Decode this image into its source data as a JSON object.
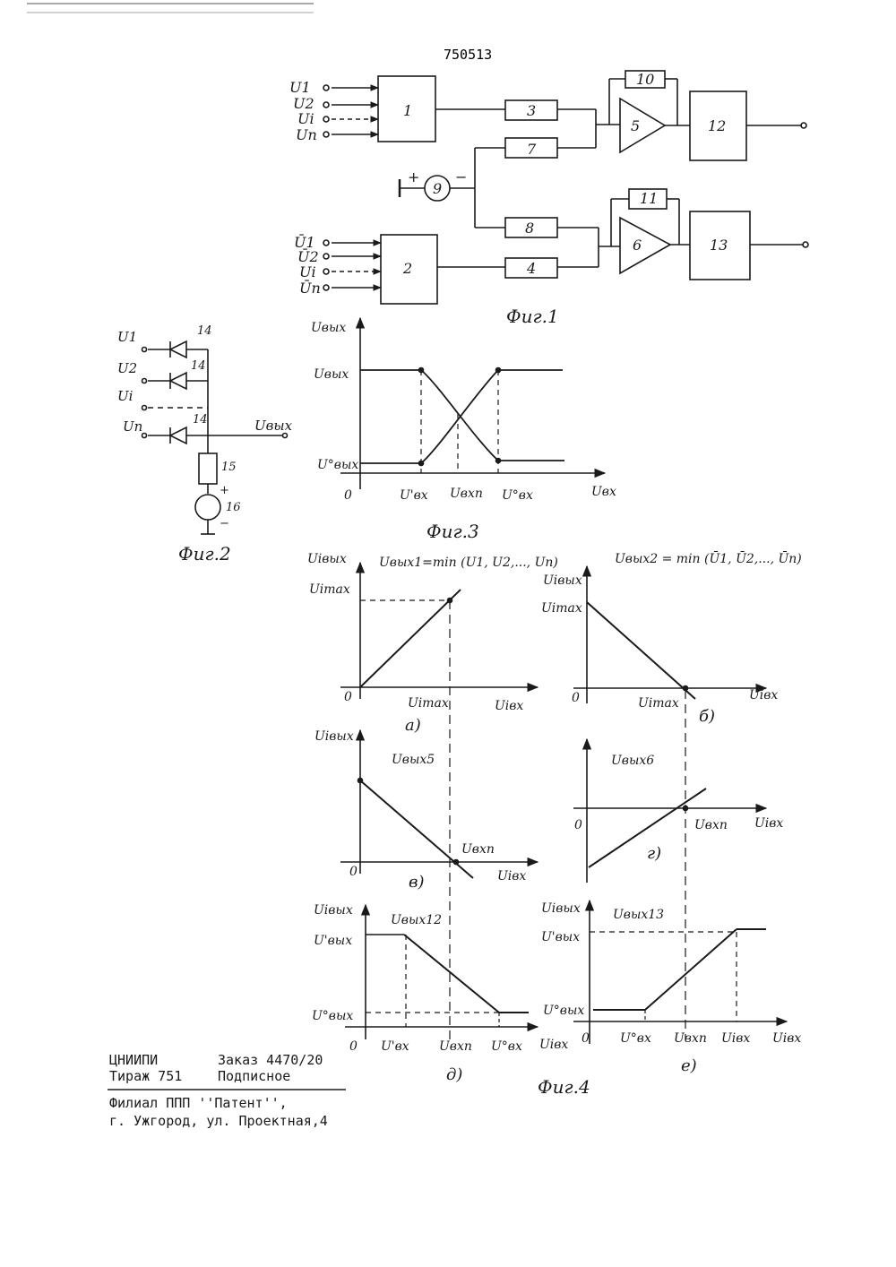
{
  "page_number": "750513",
  "fig1": {
    "caption": "Фиг.1",
    "block_labels": [
      "1",
      "2",
      "3",
      "4",
      "5",
      "6",
      "7",
      "8",
      "9",
      "10",
      "11",
      "12",
      "13"
    ],
    "inputs_top": [
      "U1",
      "U2",
      "Ui",
      "Un"
    ],
    "inputs_bottom": [
      "Ū1",
      "Ū2",
      "Ui",
      "Ūn"
    ],
    "source_plus": "+",
    "source_minus": "−"
  },
  "fig2": {
    "caption": "Фиг.2",
    "inputs": [
      "U1",
      "U2",
      "Ui",
      "Un"
    ],
    "diode_labels": [
      "14",
      "14",
      "14"
    ],
    "resistor_label": "15",
    "source_label": "16",
    "output_label": "Uвых",
    "plus": "+",
    "minus": "−"
  },
  "fig3": {
    "caption": "Фиг.3",
    "ylabel": "Uвых",
    "xlabel": "Uвх",
    "y_ticks": [
      "Uвых",
      "U°вых"
    ],
    "x_ticks": [
      "0",
      "U'вх",
      "Uвхn",
      "U°вх"
    ]
  },
  "fig4": {
    "caption": "Фиг.4",
    "panels": [
      {
        "id": "a",
        "label": "а)",
        "ylabel": "Uiвых",
        "xlabel": "Uiвх",
        "title": "Uвых1=min (U1, U2,..., Un)",
        "y_tick": "Uimax",
        "x_tick": "Uimax",
        "origin": "0"
      },
      {
        "id": "b",
        "label": "б)",
        "ylabel": "Uiвых",
        "xlabel": "Uiвх",
        "title": "Uвых2 = min (Ū1, Ū2,..., Ūn)",
        "y_tick": "Uimax",
        "x_tick": "Uimax",
        "origin": "0"
      },
      {
        "id": "v",
        "label": "в)",
        "ylabel": "Uiвых",
        "xlabel": "Uiвх",
        "title": "Uвых5",
        "x_tick": "Uвхn",
        "origin": "0"
      },
      {
        "id": "g",
        "label": "г)",
        "xlabel": "Uiвх",
        "title": "Uвых6",
        "x_tick": "Uвхn",
        "origin": "0"
      },
      {
        "id": "d",
        "label": "д)",
        "ylabel": "Uiвых",
        "xlabel": "Uiвх",
        "title": "Uвых12",
        "y_ticks": [
          "U'вых",
          "U°вых"
        ],
        "x_ticks": [
          "0",
          "U'вх",
          "Uвхn",
          "U°вх"
        ]
      },
      {
        "id": "e",
        "label": "е)",
        "ylabel": "Uiвых",
        "xlabel": "Uiвх",
        "title": "Uвых13",
        "y_ticks": [
          "U'вых",
          "U°вых"
        ],
        "x_ticks": [
          "0",
          "U°вх",
          "Uвхn",
          "Uiвх"
        ]
      }
    ]
  },
  "footer": {
    "org": "ЦНИИПИ",
    "order": "Заказ 4470/20",
    "circulation": "Тираж 751",
    "subscription": "Подписное",
    "branch": "Филиал ППП ''Патент'',",
    "address": "г. Ужгород, ул. Проектная,4"
  }
}
